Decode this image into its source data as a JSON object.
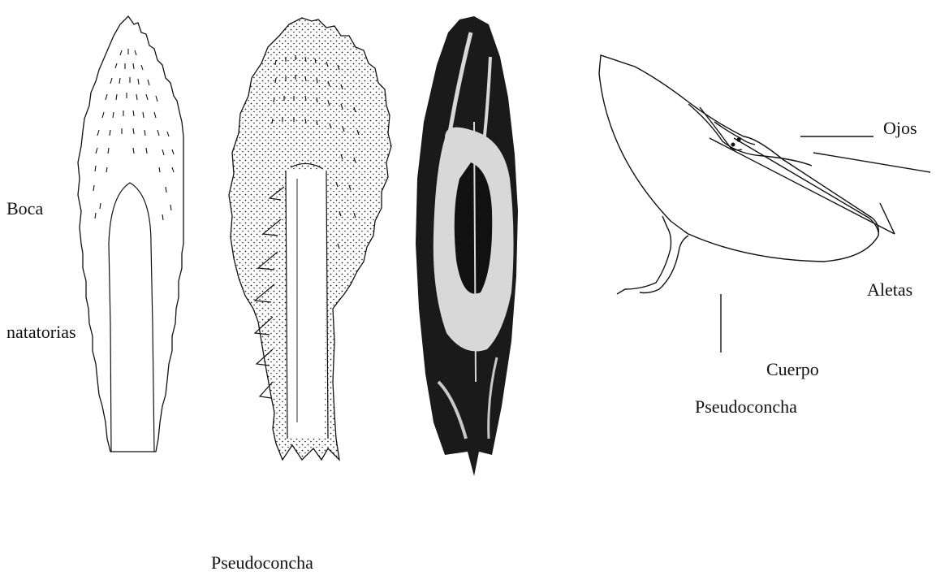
{
  "labels": {
    "boca": "Boca",
    "natatorias": "natatorias",
    "ojos": "Ojos",
    "aletas": "Aletas",
    "cuerpo": "Cuerpo",
    "pseudoconcha_right": "Pseudoconcha",
    "pseudoconcha_bottom": "Pseudoconcha"
  },
  "illustrations": [
    "pseudoconch-outline-drawing",
    "pseudoconch-stippled-drawing",
    "pseudoconch-photograph",
    "pteropod-side-view-drawing"
  ],
  "colors": {
    "ink": "#111111",
    "photo_dark": "#1a1a1a",
    "photo_light": "#d8d8d8"
  }
}
